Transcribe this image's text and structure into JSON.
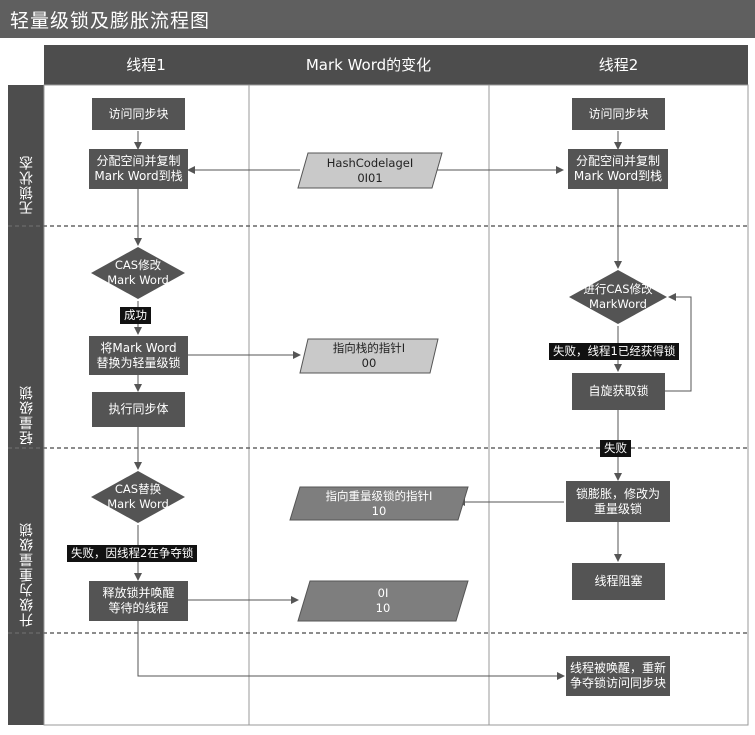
{
  "title": "轻量级锁及膨胀流程图",
  "columns": [
    "线程1",
    "Mark Word的变化",
    "线程2"
  ],
  "stages": [
    "无锁状态",
    "轻量级锁",
    "升级为重量级锁"
  ],
  "thread1": {
    "access_sync": "访问同步块",
    "alloc_copy": [
      "分配空间并复制",
      "Mark Word到栈"
    ],
    "cas_modify": [
      "CAS修改",
      "Mark Word"
    ],
    "success": "成功",
    "replace": [
      "将Mark Word",
      "替换为轻量级锁"
    ],
    "exec_sync": "执行同步体",
    "cas_replace": [
      "CAS替换",
      "Mark Word"
    ],
    "fail_contend": "失败，因线程2在争夺锁",
    "release": [
      "释放锁并唤醒",
      "等待的线程"
    ]
  },
  "markword": {
    "hash": [
      "HashCodelageI",
      "0I01"
    ],
    "stack_ptr": [
      "指向栈的指针I",
      "00"
    ],
    "heavy_ptr": [
      "指向重量级锁的指针I",
      "10"
    ],
    "empty": [
      "0I",
      "10"
    ]
  },
  "thread2": {
    "access_sync": "访问同步块",
    "alloc_copy": [
      "分配空间并复制",
      "Mark Word到栈"
    ],
    "cas_modify": [
      "进行CAS修改",
      "MarkWord"
    ],
    "fail_acquired": "失败，线程1已经获得锁",
    "spin": "自旋获取锁",
    "fail": "失败",
    "inflate": [
      "锁膨胀，修改为",
      "重量级锁"
    ],
    "block": "线程阻塞",
    "woken": [
      "线程被唤醒，重新",
      "争夺锁访问同步块"
    ]
  }
}
